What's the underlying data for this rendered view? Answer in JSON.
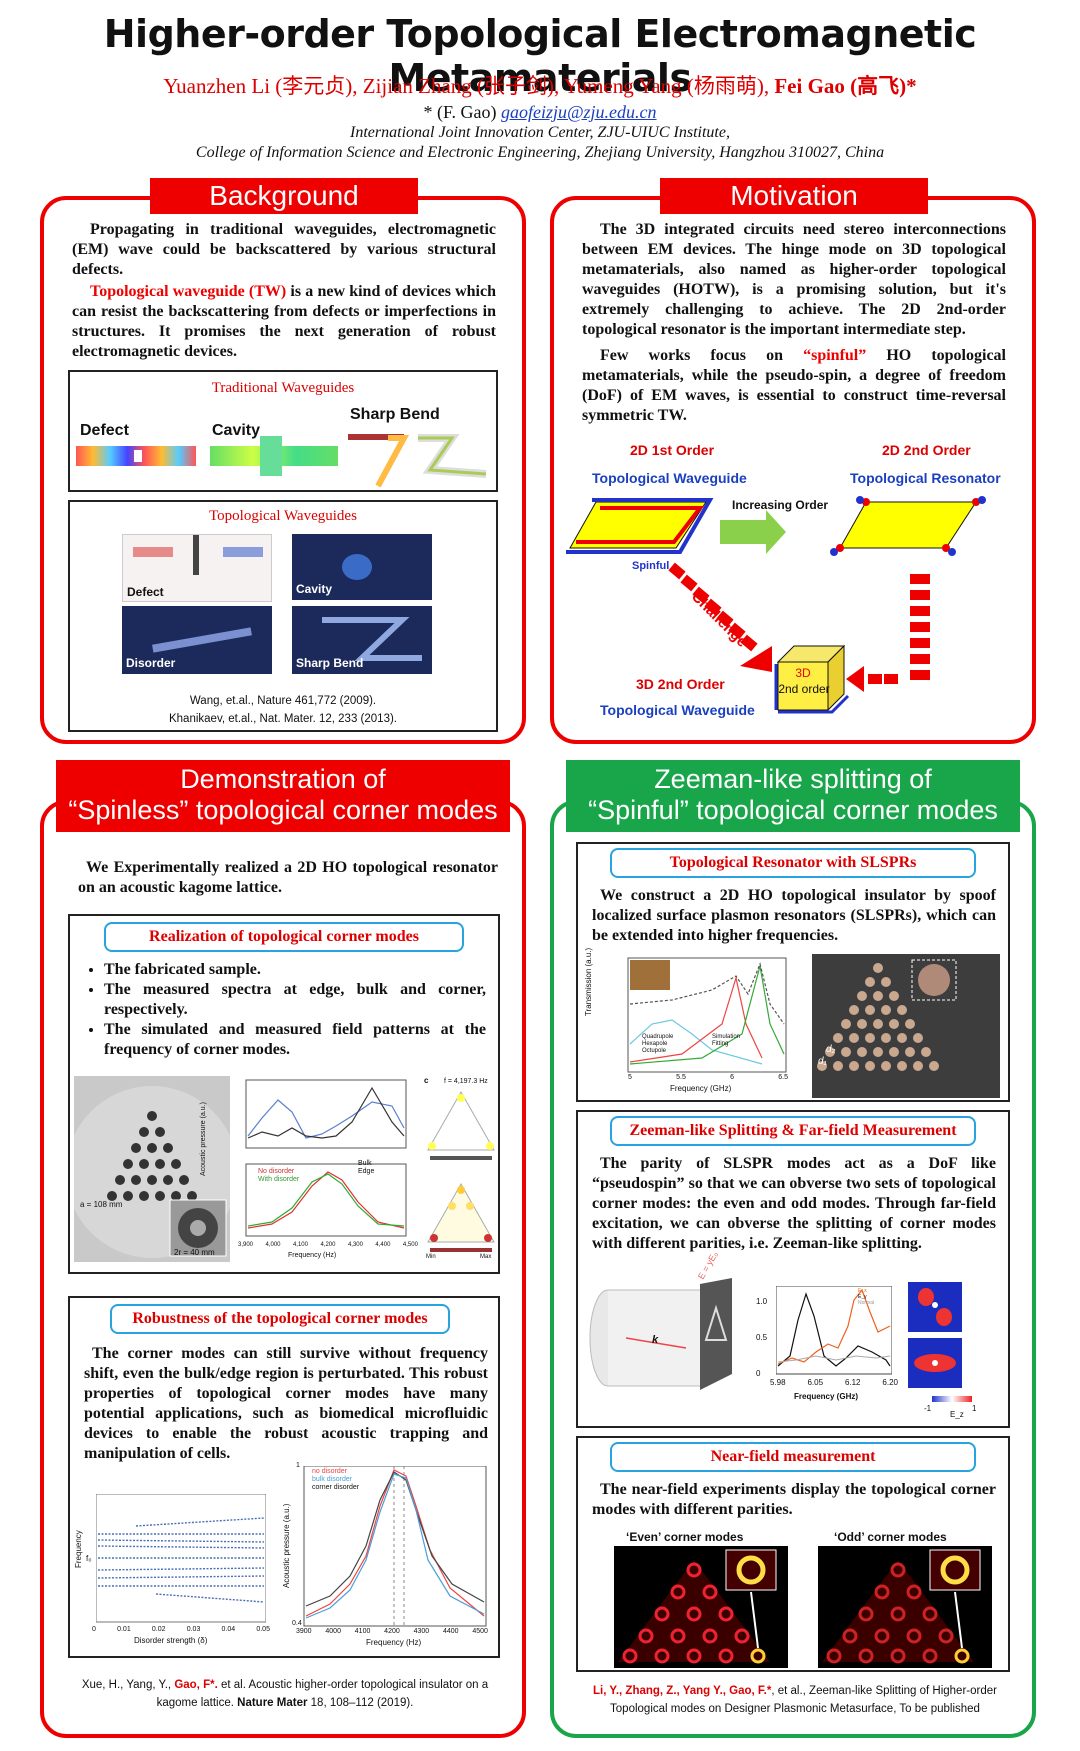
{
  "header": {
    "title": "Higher-order Topological Electromagnetic Metamaterials",
    "authors_plain": "Yuanzhen Li (李元贞), Zijian Zhang (张子剑), Yumeng Yang (杨雨萌), ",
    "authors_bold": "Fei Gao (高飞)*",
    "corr_prefix": "* (F. Gao) ",
    "email": "gaofeizju@zju.edu.cn",
    "affil1": "International Joint Innovation  Center, ZJU-UIUC Institute,",
    "affil2": "College of Information Science and Electronic Engineering, Zhejiang University, Hangzhou 310027, China"
  },
  "background": {
    "heading": "Background",
    "p1": "Propagating in traditional waveguides, electromagnetic (EM) wave could be backscattered by various structural defects.",
    "p2_red": "Topological waveguide (TW)",
    "p2_rest": " is a new kind of devices which can resist the backscattering from defects or imperfections in structures. It promises the next generation of robust electromagnetic devices.",
    "trad_title": "Traditional Waveguides",
    "trad_labels": [
      "Defect",
      "Cavity",
      "Sharp Bend"
    ],
    "topo_title": "Topological Waveguides",
    "topo_labels": [
      "Defect",
      "Cavity",
      "Disorder",
      "Sharp Bend"
    ],
    "cite1": "Wang, et.al., Nature 461,772 (2009).",
    "cite2": "Khanikaev, et.al., Nat. Mater. 12, 233 (2013)."
  },
  "motivation": {
    "heading": "Motivation",
    "p1": "The 3D integrated circuits need stereo interconnections between EM devices. The hinge mode on 3D topological metamaterials, also named as higher-order topological waveguides (HOTW), is a promising solution, but it's extremely challenging to achieve. The 2D 2nd-order topological resonator is the important intermediate step.",
    "p2_a": "Few works focus on ",
    "p2_red": "“spinful”",
    "p2_b": " HO topological metamaterials, while the pseudo-spin, a degree of freedom (DoF) of EM waves, is essential to construct time-reversal symmetric TW.",
    "d_2d1_a": "2D 1st Order",
    "d_2d1_b": "Topological Waveguide",
    "d_2d2_a": "2D 2nd Order",
    "d_2d2_b": "Topological Resonator",
    "d_increasing": "Increasing  Order",
    "d_spinful": "Spinful",
    "d_challenge": "Challenge",
    "d_3d2_a": "3D 2nd Order",
    "d_3d2_b": "Topological Waveguide",
    "d_cube_a": "3D",
    "d_cube_b": "2nd order"
  },
  "spinless": {
    "heading1": "Demonstration of",
    "heading2": "“Spinless” topological corner modes",
    "intro": "We Experimentally realized a 2D HO topological resonator on an acoustic kagome lattice.",
    "sub1": "Realization of topological corner modes",
    "bullets": [
      "The fabricated sample.",
      "The measured spectra at edge, bulk and corner, respectively.",
      "The simulated and measured field patterns at the frequency of corner modes."
    ],
    "fig_legend_top": [
      "Bulk",
      "Edge"
    ],
    "fig_legend_bot": [
      "No disorder",
      "With disorder"
    ],
    "fig_xlabel": "Frequency (Hz)",
    "fig_ylabel": "Acoustic pressure (a.u.)",
    "fig_xticks": [
      "3,900",
      "4,000",
      "4,100",
      "4,200",
      "4,300",
      "4,400",
      "4,500"
    ],
    "fig_c": "c",
    "fig_f": "f = 4,197.3 Hz",
    "fig_ml": "Min",
    "fig_mx": "Max",
    "fig_a": "a = 108 mm",
    "fig_r": "2r = 40 mm",
    "sub2": "Robustness of the topological corner modes",
    "p2": "The corner modes can still survive without frequency shift, even the bulk/edge region is perturbated. This robust properties of topological corner modes have many potential applications, such as biomedical microfluidic devices to enable the robust acoustic trapping and manipulation of cells.",
    "fig2_xl": "Disorder strength (δ)",
    "fig2_yl": "Frequency",
    "fig2_xt": [
      "0",
      "0.01",
      "0.02",
      "0.03",
      "0.04",
      "0.05"
    ],
    "fig2_f0": "f₀",
    "fig3_leg": [
      "no disorder",
      "bulk disorder",
      "corner disorder"
    ],
    "fig3_xl": "Frequency (Hz)",
    "fig3_yl": "Acoustic pressure (a.u.)",
    "fig3_xt": [
      "3900",
      "4000",
      "4100",
      "4200",
      "4300",
      "4400",
      "4500"
    ],
    "fig3_y1": "1",
    "fig3_y0": "0.4",
    "cite_a": "Xue, H., Yang, Y., ",
    "cite_b": "Gao, F*.",
    "cite_c": " et al. Acoustic higher-order topological insulator on a kagome lattice. ",
    "cite_d": "Nature Mater",
    "cite_e": " 18, 108–112 (2019)."
  },
  "spinful": {
    "heading1": "Zeeman-like splitting of",
    "heading2": "“Spinful” topological corner modes",
    "sub1": "Topological Resonator with SLSPRs",
    "p1": "We construct a 2D HO topological insulator by spoof localized surface plasmon resonators (SLSPRs), which can be extended into higher frequencies.",
    "f1_yl": "Transmission (a.u.)",
    "f1_xl": "Frequency (GHz)",
    "f1_xt": [
      "5",
      "5.5",
      "6",
      "6.5"
    ],
    "f1_leg": [
      "Quadrupole",
      "Hexapole",
      "Octupole",
      "Simulation",
      "Fitting"
    ],
    "f1_d2": "d₂",
    "f1_d1": "d₁",
    "sub2": "Zeeman-like Splitting & Far-field Measurement",
    "p2": "The parity of SLSPR modes act as a DoF like “pseudospin” so that we can obverse two sets of topological corner modes: the even and odd modes. Through far-field excitation, we can obverse the splitting of corner modes with different parities, i.e. Zeeman-like splitting.",
    "f2_k": "k",
    "f2_E": "E = yE₀",
    "f2_xl": "Frequency (GHz)",
    "f2_xt": [
      "5.98",
      "6.05",
      "6.12",
      "6.20"
    ],
    "f2_yt": [
      "1.0",
      "0.5",
      "0"
    ],
    "f2_leg": [
      "E_x",
      "E_y",
      "Normal"
    ],
    "f2_cb_min": "-1",
    "f2_cb_max": "1",
    "f2_cb_lbl": "E_z",
    "sub3": "Near-field measurement",
    "p3": "The near-field experiments display the topological corner modes with different parities.",
    "even": "‘Even’ corner modes",
    "odd": "‘Odd’ corner modes",
    "cite_a": "Li, Y., Zhang, Z., Yang Y., Gao, F.*",
    "cite_b": ", et al., Zeeman-like Splitting of Higher-order Topological modes on Designer Plasmonic Metasurface, To be published"
  }
}
